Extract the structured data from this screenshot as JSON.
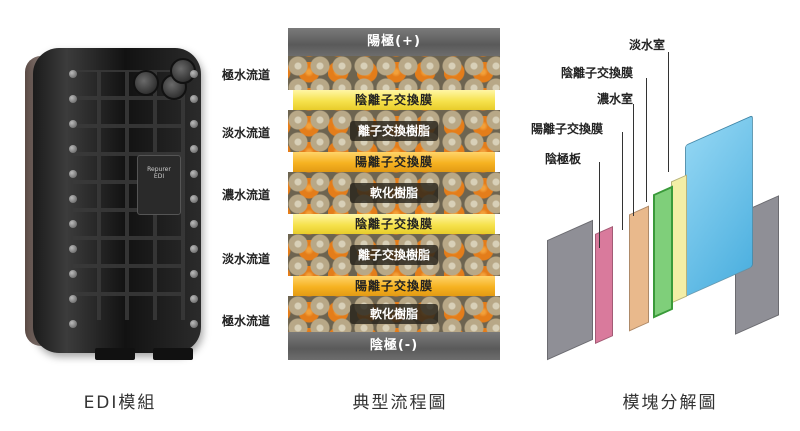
{
  "edi_module": {
    "caption": "EDI模組",
    "label_lines": [
      "Repurer",
      "EDI"
    ]
  },
  "flow_diagram": {
    "caption": "典型流程圖",
    "anode": "陽極(+)",
    "cathode": "陰極(-)",
    "layers": [
      {
        "channel_label": "極水流道",
        "resin": ""
      },
      {
        "membrane": "陰離子交換膜",
        "membrane_type": "anion"
      },
      {
        "channel_label": "淡水流道",
        "resin": "離子交換樹脂"
      },
      {
        "membrane": "陽離子交換膜",
        "membrane_type": "cation"
      },
      {
        "channel_label": "濃水流道",
        "resin": "軟化樹脂"
      },
      {
        "membrane": "陰離子交換膜",
        "membrane_type": "anion"
      },
      {
        "channel_label": "淡水流道",
        "resin": "離子交換樹脂"
      },
      {
        "membrane": "陽離子交換膜",
        "membrane_type": "cation"
      },
      {
        "channel_label": "極水流道",
        "resin": "軟化樹脂"
      }
    ]
  },
  "exploded_view": {
    "caption": "模塊分解圖",
    "labels": {
      "dilute_chamber": "淡水室",
      "anion_membrane": "陰離子交換膜",
      "concentrate_chamber": "濃水室",
      "cation_membrane": "陽離子交換膜",
      "cathode_plate": "陰極板"
    },
    "colors": {
      "end_plate": "#8f8f96",
      "cathode_plate": "#d97a9c",
      "cation_membrane": "#e9b98c",
      "concentrate_chamber": "#7fcf7a",
      "anion_membrane": "#f3eea6",
      "dilute_chamber": "#5ab8e6"
    }
  }
}
